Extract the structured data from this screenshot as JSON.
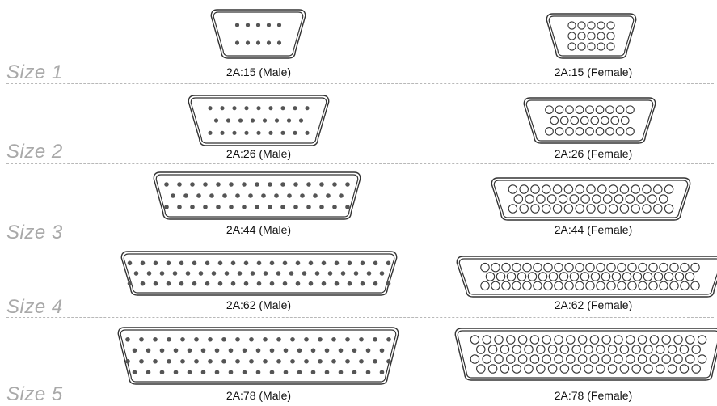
{
  "rows": [
    {
      "size_label": "Size 1",
      "male": {
        "label": "2A:15 (Male)",
        "pins": [
          5,
          5
        ]
      },
      "female": {
        "label": "2A:15 (Female)",
        "pins": [
          5,
          5,
          5
        ]
      }
    },
    {
      "size_label": "Size 2",
      "male": {
        "label": "2A:26 (Male)",
        "pins": [
          9,
          8,
          9
        ]
      },
      "female": {
        "label": "2A:26 (Female)",
        "pins": [
          9,
          8,
          9
        ]
      }
    },
    {
      "size_label": "Size 3",
      "male": {
        "label": "2A:44 (Male)",
        "pins": [
          15,
          14,
          15
        ]
      },
      "female": {
        "label": "2A:44 (Female)",
        "pins": [
          15,
          14,
          15
        ]
      }
    },
    {
      "size_label": "Size 4",
      "male": {
        "label": "2A:62 (Male)",
        "pins": [
          21,
          20,
          21
        ]
      },
      "female": {
        "label": "2A:62 (Female)",
        "pins": [
          21,
          20,
          21
        ]
      }
    },
    {
      "size_label": "Size 5",
      "male": {
        "label": "2A:78 (Male)",
        "pins": [
          20,
          19,
          20,
          19
        ]
      },
      "female": {
        "label": "2A:78 (Female)",
        "pins": [
          20,
          19,
          20,
          19
        ]
      }
    }
  ],
  "colors": {
    "outline": "#333333",
    "pin": "#555555",
    "label_gray": "#a9a9a9",
    "divider": "#b8b8b8"
  }
}
